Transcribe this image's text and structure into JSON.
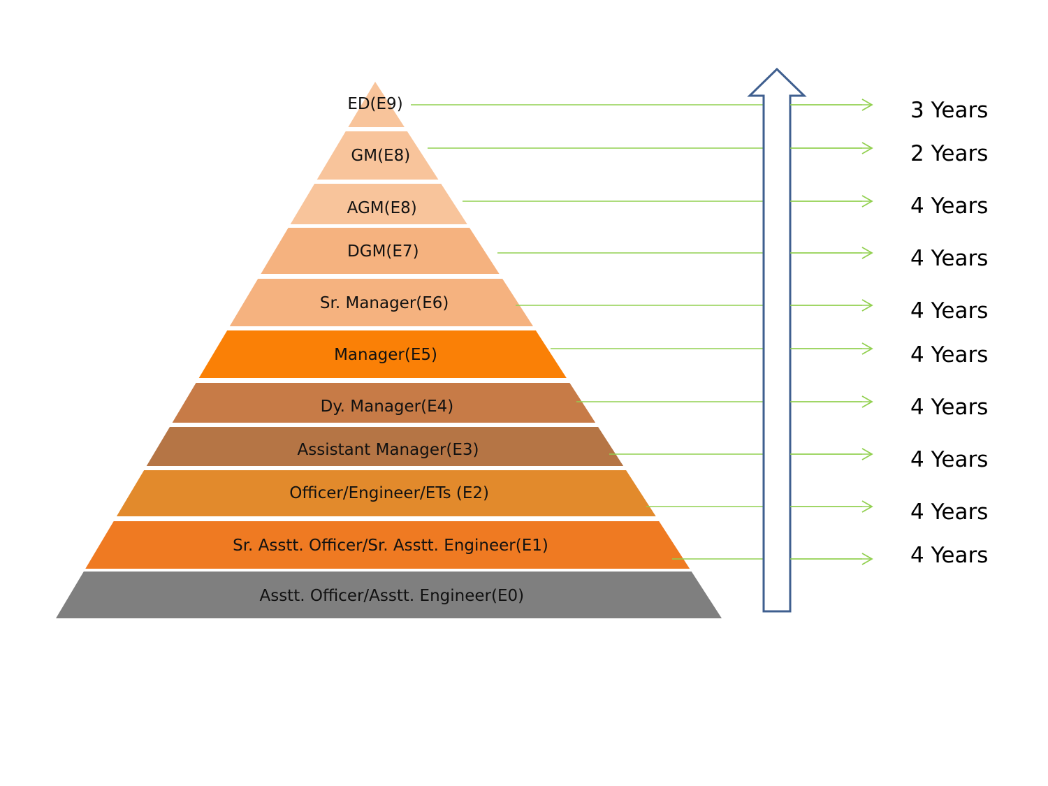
{
  "levels": [
    {
      "label": "ED(E9)",
      "color": "#f8c49b",
      "duration": "3 Years"
    },
    {
      "label": "GM(E8)",
      "color": "#f8c49b",
      "duration": "2 Years"
    },
    {
      "label": "AGM(E8)",
      "color": "#f8c49b",
      "duration": "4 Years"
    },
    {
      "label": "DGM(E7)",
      "color": "#f5b27f",
      "duration": "4 Years"
    },
    {
      "label": "Sr. Manager(E6)",
      "color": "#f5b27f",
      "duration": "4 Years"
    },
    {
      "label": "Manager(E5)",
      "color": "#fa8006",
      "duration": "4 Years"
    },
    {
      "label": "Dy. Manager(E4)",
      "color": "#c77b47",
      "duration": "4 Years"
    },
    {
      "label": "Assistant Manager(E3)",
      "color": "#b57545",
      "duration": "4 Years"
    },
    {
      "label": "Officer/Engineer/ETs (E2)",
      "color": "#e28a2c",
      "duration": "4 Years"
    },
    {
      "label": "Sr. Asstt. Officer/Sr. Asstt. Engineer(E1)",
      "color": "#ef7a22",
      "duration": "4 Years"
    },
    {
      "label": "Asstt. Officer/Asstt. Engineer(E0)",
      "color": "#7f7f7f",
      "duration": ""
    }
  ],
  "colors": {
    "connector": "#92d050",
    "arrow_stroke": "#3f5f8f",
    "label_text": "#111111"
  },
  "icons": {
    "progression_arrow": "up-arrow-icon",
    "connector_arrow": "right-arrow-icon"
  }
}
